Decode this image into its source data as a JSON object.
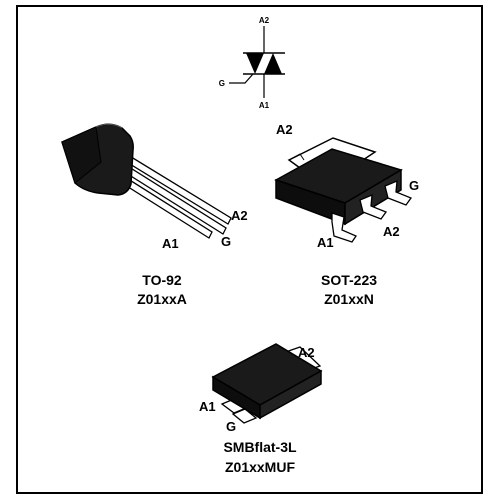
{
  "symbol": {
    "pin_top": "A2",
    "pin_gate": "G",
    "pin_bottom": "A1"
  },
  "packages": [
    {
      "name": "TO-92",
      "code": "Z01xxA",
      "pins": {
        "a2": "A2",
        "a1": "A1",
        "g": "G"
      }
    },
    {
      "name": "SOT-223",
      "code": "Z01xxN",
      "pins": {
        "tab": "A2",
        "g": "G",
        "a1": "A1",
        "a2": "A2"
      }
    },
    {
      "name": "SMBflat-3L",
      "code": "Z01xxMUF",
      "pins": {
        "a2": "A2",
        "a1": "A1",
        "g": "G"
      }
    }
  ],
  "colors": {
    "body": "#1a1a1a",
    "outline": "#000000",
    "background": "#ffffff"
  }
}
